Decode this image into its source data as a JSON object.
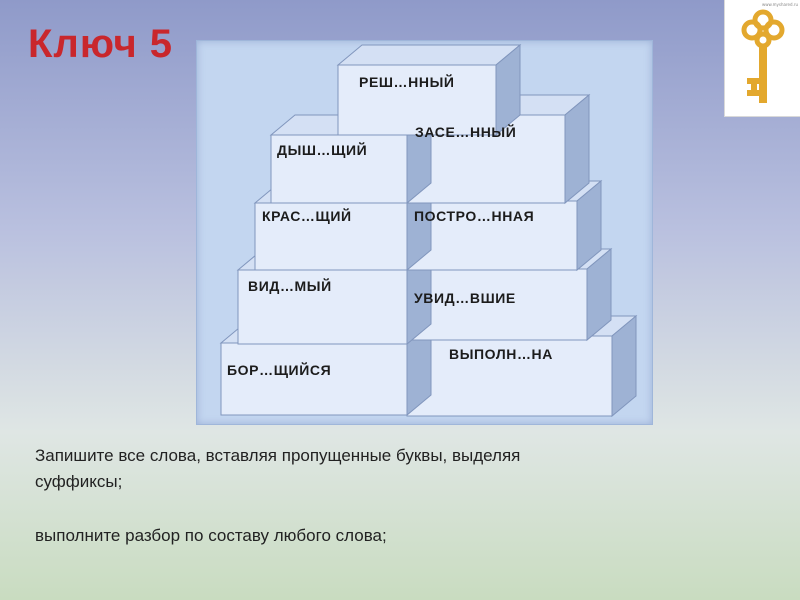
{
  "title": "Ключ 5",
  "corner": {
    "icon": "key-icon",
    "site_text": "www.myshared.ru"
  },
  "bricks": {
    "top": "РЕШ…ННЫЙ",
    "row1_left": "ДЫШ…ЩИЙ",
    "row1_right": "ЗАСЕ…ННЫЙ",
    "row2_left": "КРАС…ЩИЙ",
    "row2_right": "ПОСТРО…ННАЯ",
    "row3_left": "ВИД…МЫЙ",
    "row3_right": "УВИД…ВШИЕ",
    "row4_left": "БОР…ЩИЙСЯ",
    "row4_right": "ВЫПОЛН…НА"
  },
  "instructions": {
    "line1": "Запишите все слова, вставляя пропущенные буквы, выделяя",
    "line2": "суффиксы;",
    "line3": "выполните разбор по составу любого слова;"
  },
  "colors": {
    "title": "#c9272c",
    "brick_front": "#e4ecfa",
    "brick_top": "#d4e0f4",
    "brick_side": "#9eb2d4",
    "key": "#e3a82e"
  }
}
